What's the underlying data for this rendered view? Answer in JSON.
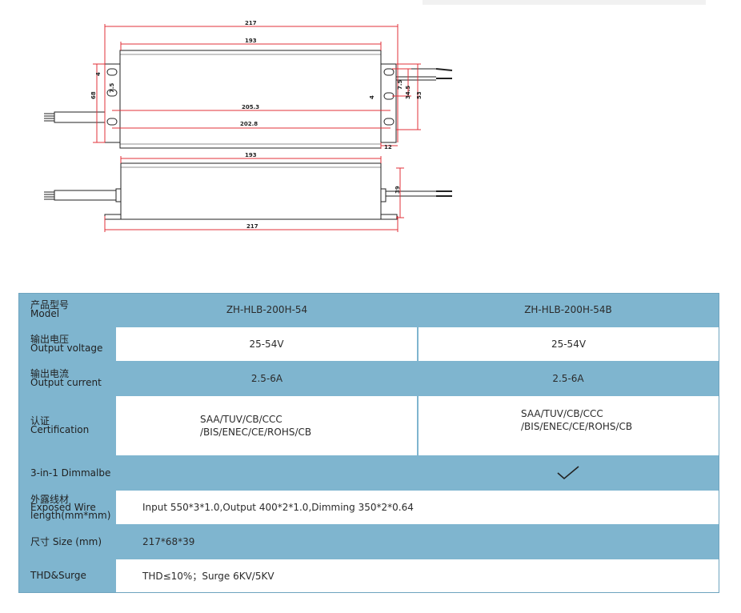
{
  "drawing": {
    "top_view": {
      "dim_217": "217",
      "dim_193": "193",
      "dim_205_3": "205.3",
      "dim_202_8": "202.8",
      "dim_68": "68",
      "dim_4_left": "4",
      "dim_7_5_left": "7.5",
      "dim_4_right": "4",
      "dim_7_5_right": "7.5",
      "dim_34_5": "34.5",
      "dim_53": "53",
      "dim_12": "12"
    },
    "side_view": {
      "dim_193": "193",
      "dim_39": "39",
      "dim_217": "217"
    }
  },
  "table": {
    "header": {
      "label_cn": "产品型号",
      "label_en": "Model",
      "col1": "ZH-HLB-200H-54",
      "col2": "ZH-HLB-200H-54B"
    },
    "rows": [
      {
        "label_cn": "输出电压",
        "label_en": "Output voltage",
        "col1": "25-54V",
        "col2": "25-54V"
      },
      {
        "label_cn": "输出电流",
        "label_en": "Output current",
        "col1": "2.5-6A",
        "col2": "2.5-6A"
      },
      {
        "label_cn": "认证",
        "label_en": "Certification",
        "col1_line1": "SAA/TUV/CB/CCC",
        "col1_line2": "/BIS/ENEC/CE/ROHS/CB",
        "col2_line1": "SAA/TUV/CB/CCC",
        "col2_line2": "/BIS/ENEC/CE/ROHS/CB"
      },
      {
        "label": "3-in-1 Dimmalbe",
        "col2_icon": "checkmark-icon"
      },
      {
        "label_line1": "外露线材",
        "label_line2": "Exposed Wire",
        "label_line3": "length(mm*mm)",
        "value": "Input 550*3*1.0,Output 400*2*1.0,Dimming 350*2*0.64"
      },
      {
        "label": "尺寸 Size (mm)",
        "value": "217*68*39"
      },
      {
        "label": "THD&Surge",
        "value": "THD≤10%；Surge 6KV/5KV"
      }
    ]
  },
  "colors": {
    "table_blue": "#7fb5cf",
    "dimension_red": "#e0303a",
    "line_dark": "#222222"
  }
}
